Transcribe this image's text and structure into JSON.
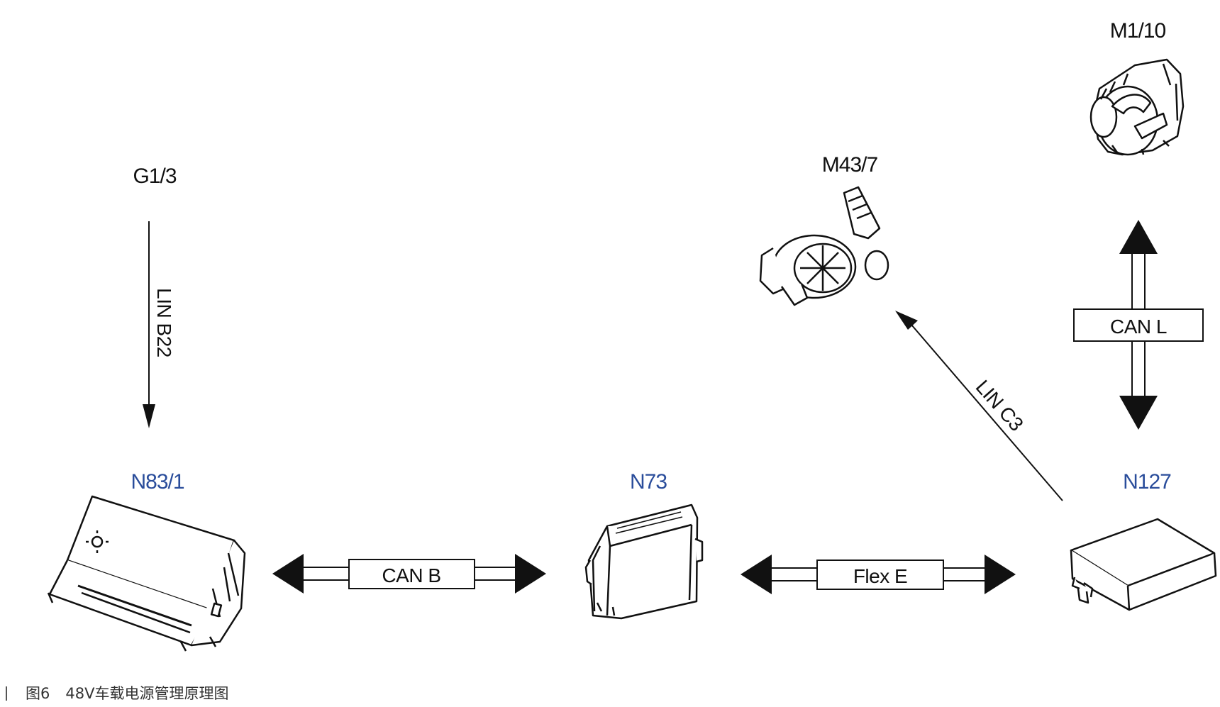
{
  "colors": {
    "ink": "#111111",
    "ecu_label": "#2a4d9b",
    "text_label": "#111111",
    "caption": "#333333"
  },
  "components": {
    "g1_3": {
      "label": "G1/3"
    },
    "m1_10": {
      "label": "M1/10"
    },
    "m43_7": {
      "label": "M43/7"
    },
    "n83_1": {
      "label": "N83/1"
    },
    "n73": {
      "label": "N73"
    },
    "n127": {
      "label": "N127"
    }
  },
  "buses": {
    "lin_b22": {
      "label": "LIN B22"
    },
    "lin_c3": {
      "label": "LIN C3"
    },
    "can_l": {
      "label": "CAN L"
    },
    "can_b": {
      "label": "CAN B"
    },
    "flex_e": {
      "label": "Flex E"
    }
  },
  "caption": {
    "number": "图6",
    "text": "48V车载电源管理原理图"
  }
}
